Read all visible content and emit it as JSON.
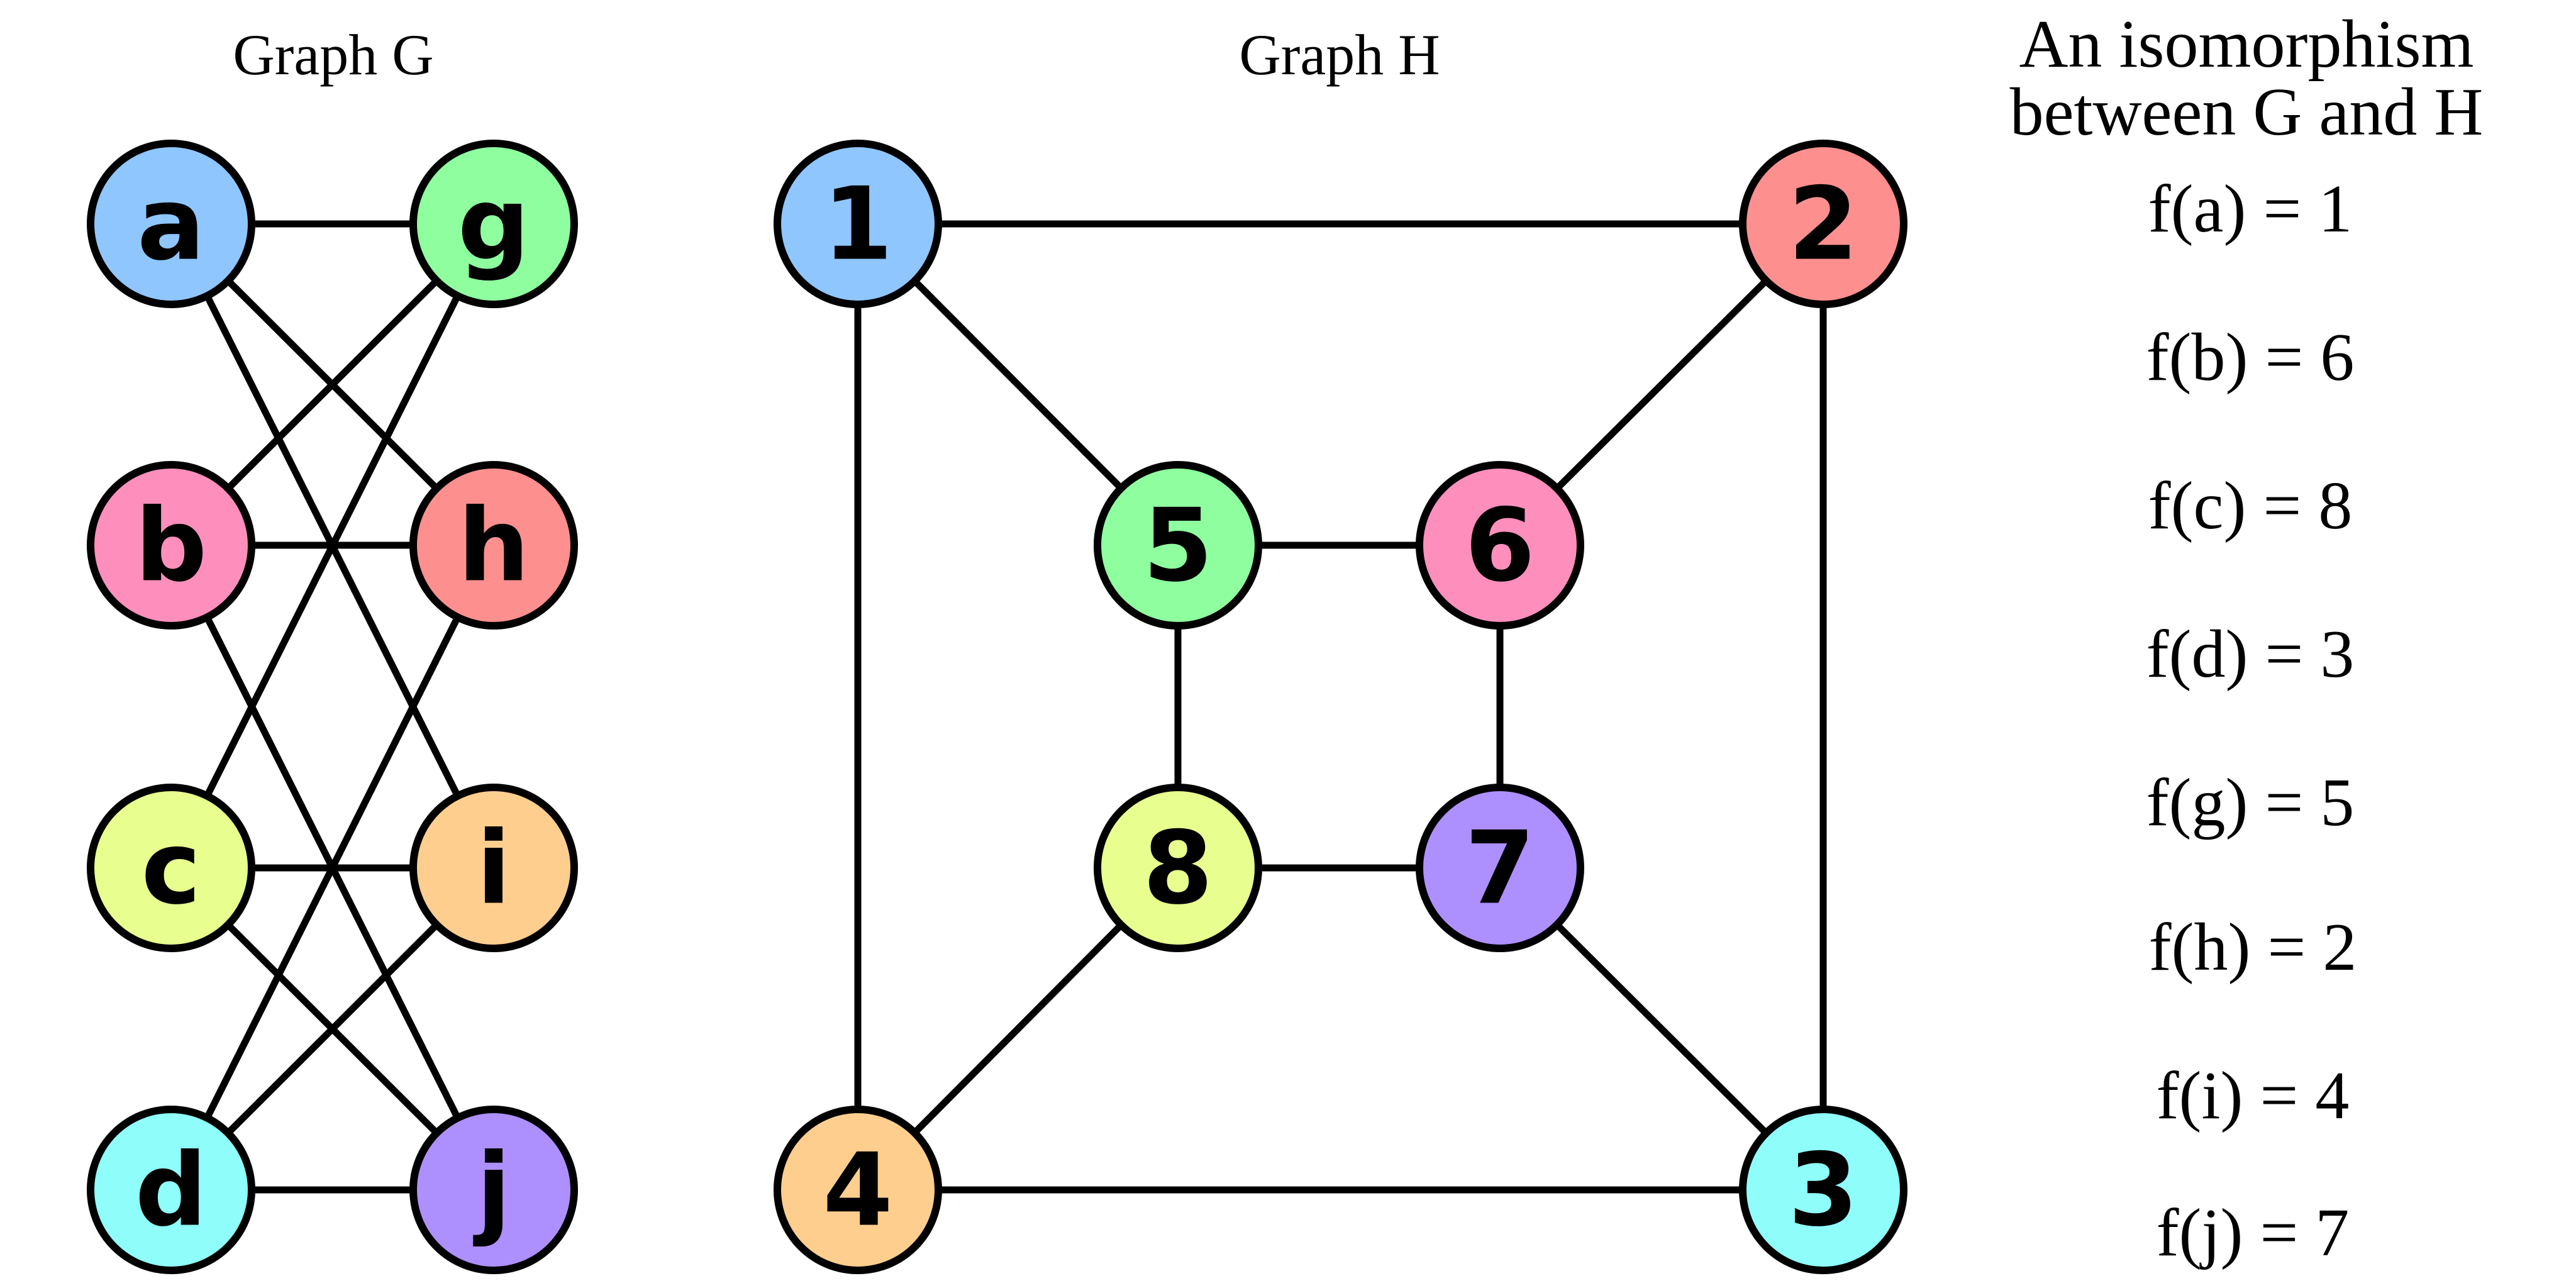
{
  "graph_g": {
    "title": "Graph G",
    "nodes": [
      {
        "id": "a",
        "label": "a",
        "color": "#8fc6fe"
      },
      {
        "id": "g",
        "label": "g",
        "color": "#8ffe9f"
      },
      {
        "id": "b",
        "label": "b",
        "color": "#fe8fbd"
      },
      {
        "id": "h",
        "label": "h",
        "color": "#fe8f8f"
      },
      {
        "id": "c",
        "label": "c",
        "color": "#e8fe8f"
      },
      {
        "id": "i",
        "label": "i",
        "color": "#fece8f"
      },
      {
        "id": "d",
        "label": "d",
        "color": "#8ffefa"
      },
      {
        "id": "j",
        "label": "j",
        "color": "#ae8ffe"
      }
    ],
    "edges": [
      [
        "a",
        "g"
      ],
      [
        "a",
        "h"
      ],
      [
        "a",
        "i"
      ],
      [
        "b",
        "g"
      ],
      [
        "b",
        "h"
      ],
      [
        "b",
        "j"
      ],
      [
        "c",
        "g"
      ],
      [
        "c",
        "i"
      ],
      [
        "c",
        "j"
      ],
      [
        "d",
        "h"
      ],
      [
        "d",
        "i"
      ],
      [
        "d",
        "j"
      ]
    ]
  },
  "graph_h": {
    "title": "Graph H",
    "nodes": [
      {
        "id": "1",
        "label": "1",
        "color": "#8fc6fe"
      },
      {
        "id": "2",
        "label": "2",
        "color": "#fe8f8f"
      },
      {
        "id": "5",
        "label": "5",
        "color": "#8ffe9f"
      },
      {
        "id": "6",
        "label": "6",
        "color": "#fe8fbd"
      },
      {
        "id": "8",
        "label": "8",
        "color": "#e8fe8f"
      },
      {
        "id": "7",
        "label": "7",
        "color": "#ae8ffe"
      },
      {
        "id": "4",
        "label": "4",
        "color": "#fece8f"
      },
      {
        "id": "3",
        "label": "3",
        "color": "#8ffefa"
      }
    ],
    "edges": [
      [
        "1",
        "2"
      ],
      [
        "1",
        "5"
      ],
      [
        "1",
        "4"
      ],
      [
        "2",
        "6"
      ],
      [
        "2",
        "3"
      ],
      [
        "5",
        "6"
      ],
      [
        "5",
        "8"
      ],
      [
        "6",
        "7"
      ],
      [
        "8",
        "7"
      ],
      [
        "8",
        "4"
      ],
      [
        "7",
        "3"
      ],
      [
        "4",
        "3"
      ]
    ]
  },
  "isomorphism": {
    "heading_line1": "An isomorphism",
    "heading_line2": "between G and H",
    "mappings": [
      "f(a) = 1",
      "f(b) = 6",
      "f(c) = 8",
      "f(d) = 3",
      "f(g) = 5",
      "f(h) = 2",
      "f(i) = 4",
      "f(j) = 7"
    ]
  }
}
